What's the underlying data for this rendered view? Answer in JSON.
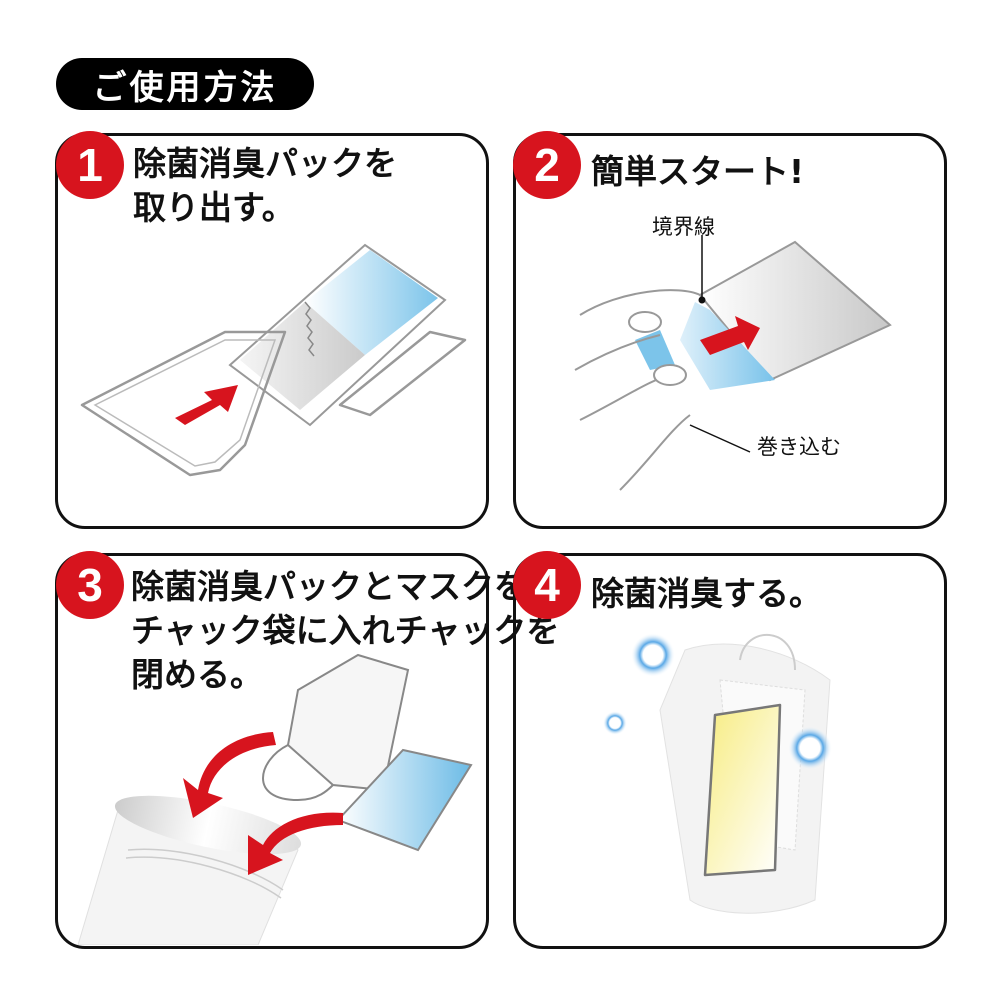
{
  "header": {
    "title": "ご使用方法"
  },
  "colors": {
    "accent_red": "#d7141e",
    "border": "#111111",
    "pack_blue": "#6cbbe6",
    "pack_yellow": "#f2e060"
  },
  "steps": [
    {
      "number": "1",
      "lines": [
        "除菌消臭パックを",
        "取り出す。"
      ]
    },
    {
      "number": "2",
      "lines": [
        "簡単スタート!"
      ],
      "labels": {
        "boundary": "境界線",
        "roll_in": "巻き込む"
      }
    },
    {
      "number": "3",
      "lines": [
        "除菌消臭パックとマスクを",
        "チャック袋に入れチャックを",
        "閉める。"
      ]
    },
    {
      "number": "4",
      "lines": [
        "除菌消臭する。"
      ]
    }
  ]
}
